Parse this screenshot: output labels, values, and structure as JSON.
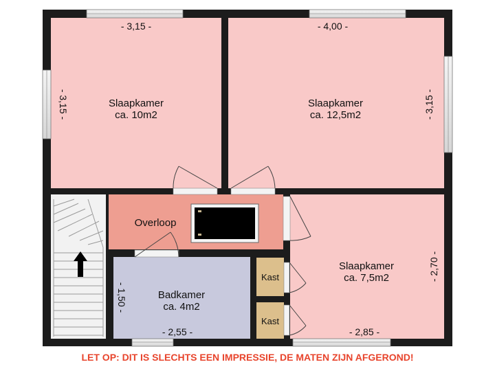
{
  "colors": {
    "wall": "#1c1c1c",
    "bedroom": "#f9c9c8",
    "landing": "#ee9e91",
    "bathroom": "#c8c9dd",
    "closet": "#dcbf8c",
    "stairs": "#f2f2f2",
    "warning": "#e8442c"
  },
  "rooms": {
    "bedroom_1": {
      "name": "Slaapkamer",
      "area": "ca. 10m2",
      "width": "- 3,15 -",
      "depth": "- 3,15 -"
    },
    "bedroom_2": {
      "name": "Slaapkamer",
      "area": "ca. 12,5m2",
      "width": "- 4,00 -",
      "depth": "- 3,15 -"
    },
    "landing": {
      "name": "Overloop"
    },
    "bedroom_3": {
      "name": "Slaapkamer",
      "area": "ca. 7,5m2",
      "width": "- 2,85 -",
      "depth": "- 2,70 -"
    },
    "bathroom": {
      "name": "Badkamer",
      "area": "ca. 4m2",
      "width": "- 2,55 -",
      "depth": "- 1,50 -"
    },
    "closet_1": {
      "name": "Kast"
    },
    "closet_2": {
      "name": "Kast"
    }
  },
  "stairs_direction_icon": "arrow-up-icon",
  "disclaimer": "LET OP: DIT IS SLECHTS EEN IMPRESSIE, DE MATEN ZIJN AFGEROND!"
}
